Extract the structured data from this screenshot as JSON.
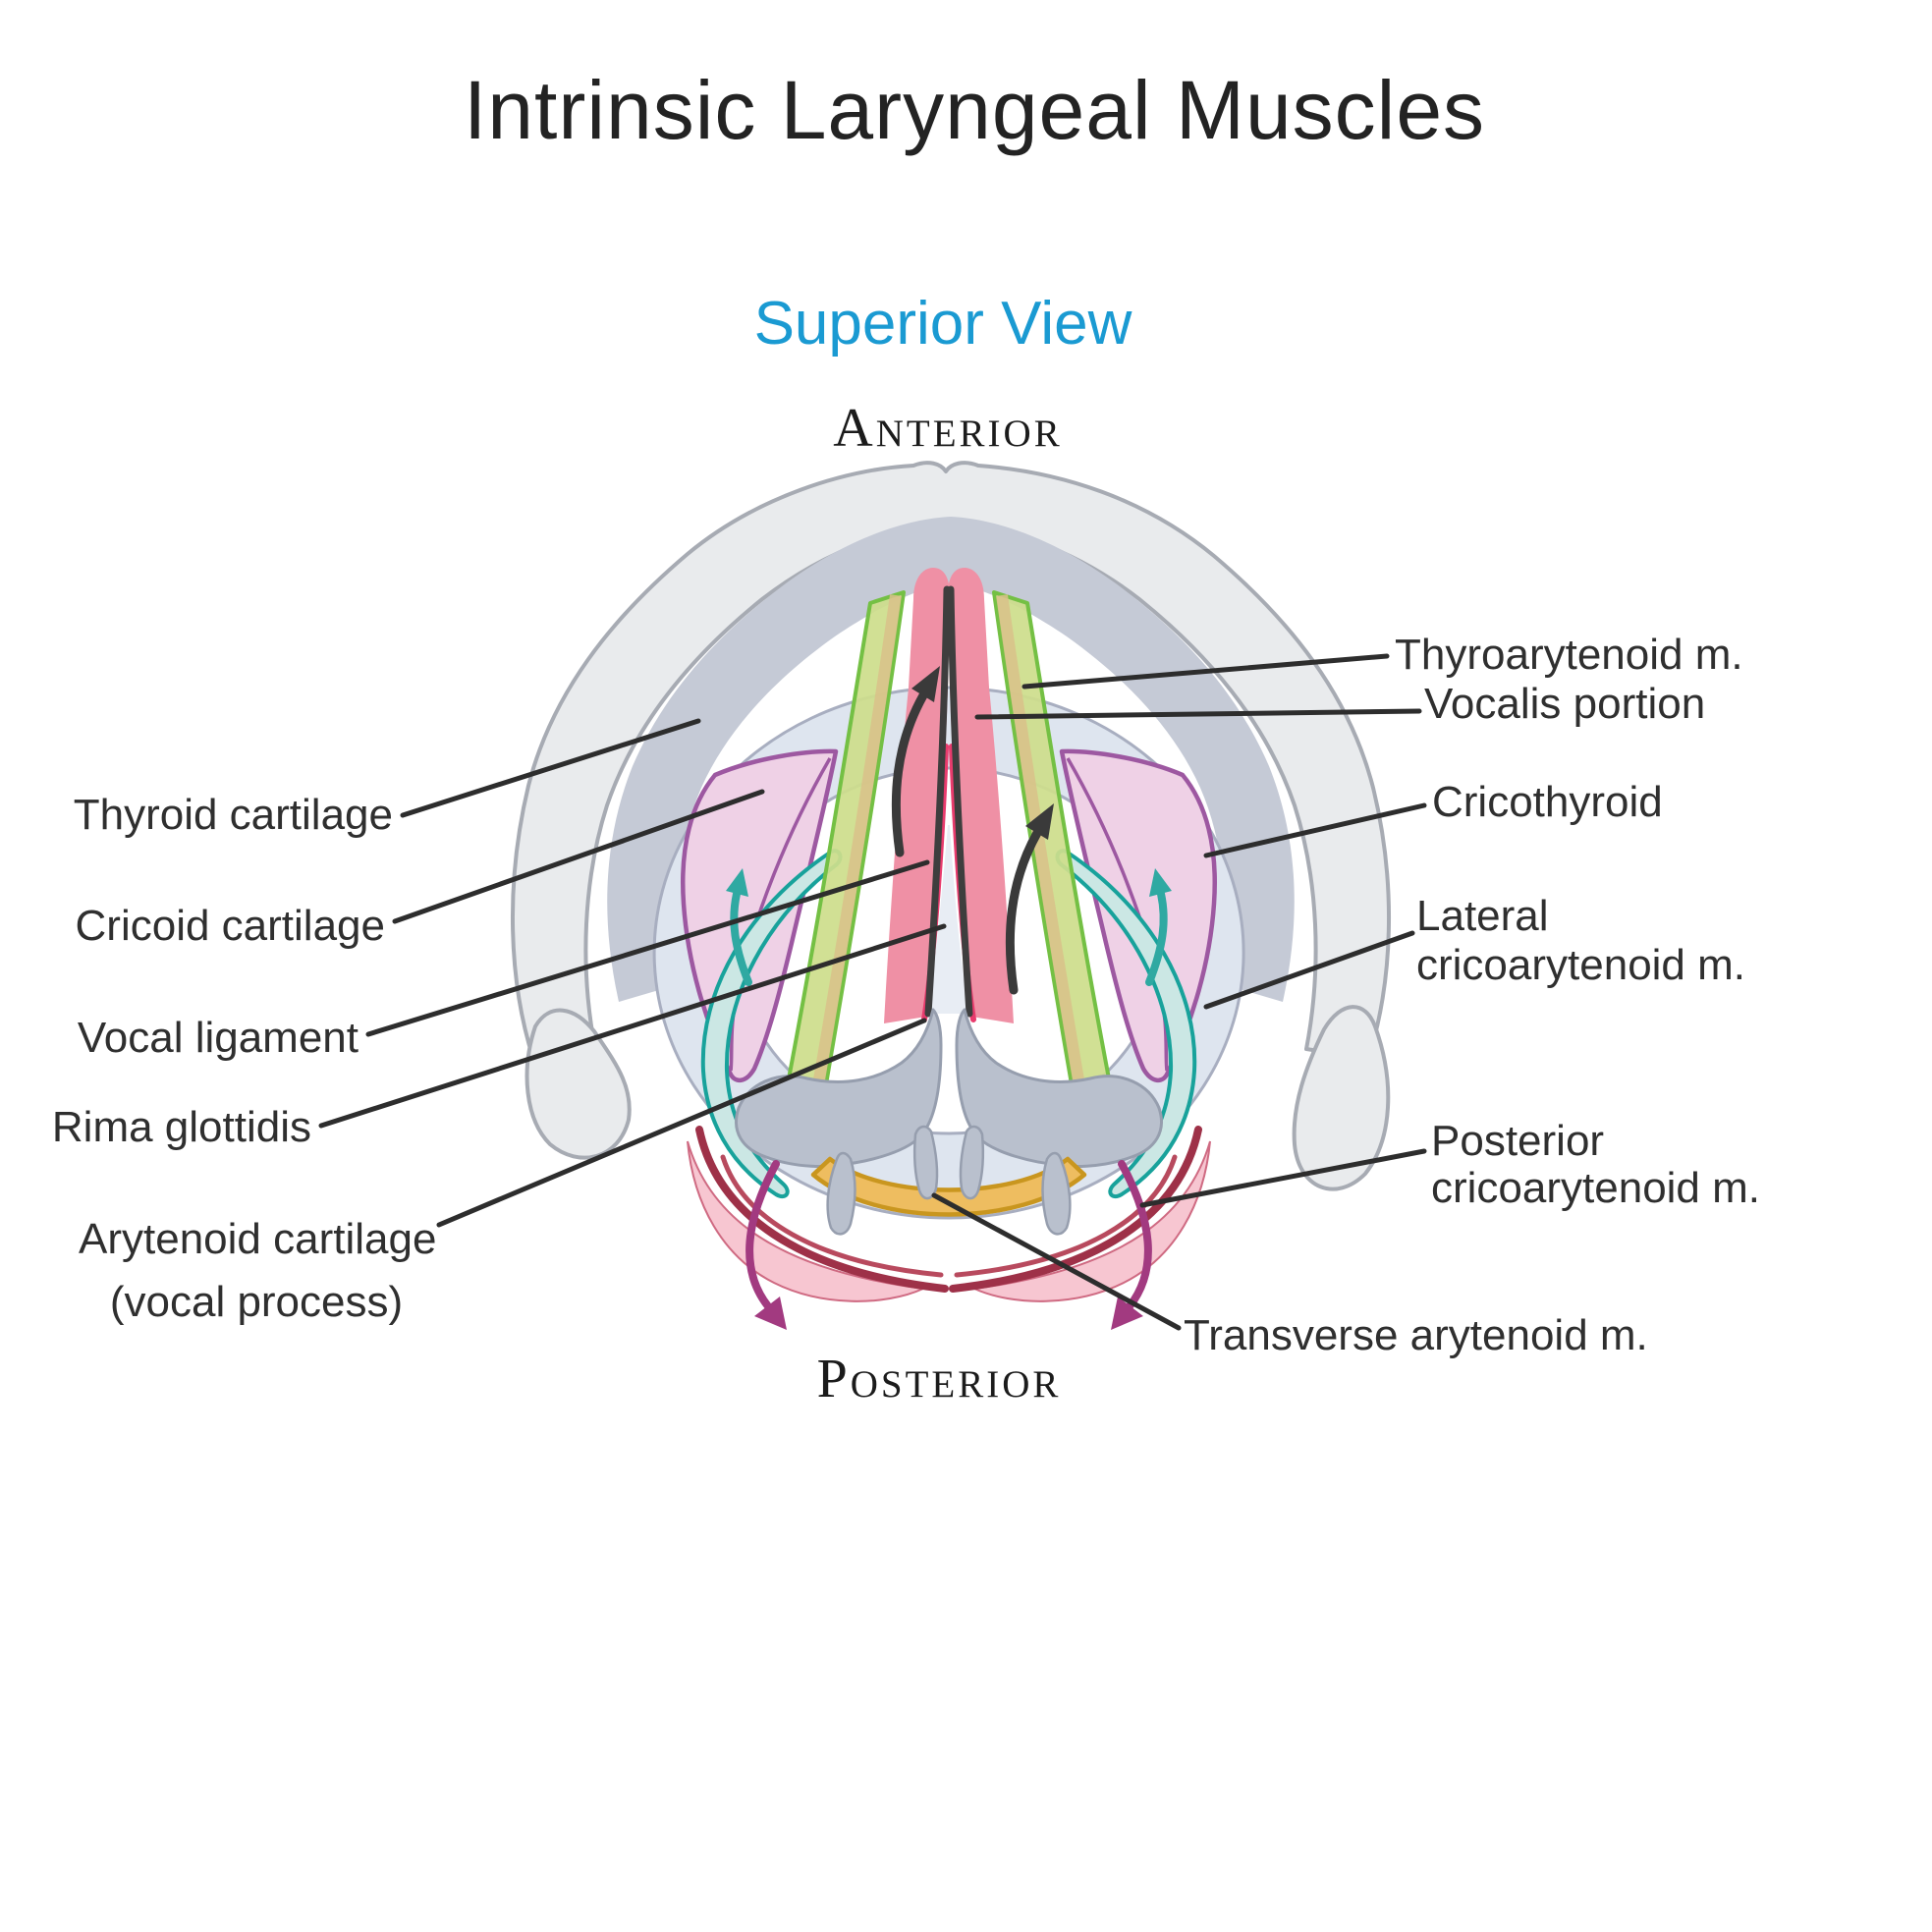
{
  "title": "Intrinsic Laryngeal Muscles",
  "subtitle": "Superior View",
  "orientation": {
    "top": "Anterior",
    "bottom": "Posterior"
  },
  "labels_left": [
    {
      "id": "thyroid-cartilage",
      "text": "Thyroid cartilage"
    },
    {
      "id": "cricoid-cartilage",
      "text": "Cricoid cartilage"
    },
    {
      "id": "vocal-ligament",
      "text": "Vocal ligament"
    },
    {
      "id": "rima-glottidis",
      "text": "Rima glottidis"
    },
    {
      "id": "arytenoid-cartilage",
      "line1": "Arytenoid cartilage",
      "line2": "(vocal process)"
    }
  ],
  "labels_right": [
    {
      "id": "thyroarytenoid",
      "text": "Thyroarytenoid m."
    },
    {
      "id": "vocalis-portion",
      "text": "Vocalis portion"
    },
    {
      "id": "cricothyroid",
      "text": "Cricothyroid"
    },
    {
      "id": "lateral-cricoarytenoid",
      "line1": "Lateral",
      "line2": "cricoarytenoid m."
    },
    {
      "id": "posterior-cricoarytenoid",
      "line1": "Posterior",
      "line2": "cricoarytenoid m."
    },
    {
      "id": "transverse-arytenoid",
      "text": "Transverse arytenoid m."
    }
  ],
  "colors": {
    "subtitle_blue": "#1a9ad2",
    "label_text": "#2f2f2f",
    "leader_line": "#2d2d2d",
    "cartilage_light": "#e9ebed",
    "cartilage_outline": "#a7abb3",
    "cartilage_shadow": "#c5cad6",
    "cricoid_ring": "#dee5ef",
    "cricoid_outline": "#a8aec0",
    "cricothyroid_fill": "#efd1e6",
    "cricothyroid_outline": "#9d58a1",
    "lateral_teal_fill": "#cbe7e4",
    "lateral_teal_edge": "#18a29b",
    "thyroarytenoid_green": "#cede8c",
    "green_border": "#74c044",
    "tan_streak": "#d9c189",
    "vocalis_pink": "#ef90a5",
    "vocalis_crimson": "#e83b6d",
    "ligament_dark": "#3e3e3e",
    "arytenoid_gray": "#b9c0cd",
    "arytenoid_outline": "#969eae",
    "transverse_orange": "#eebd60",
    "transverse_orange_edge": "#c9961f",
    "posterior_red": "#9e3148",
    "posterior_red_light": "#b84a5e",
    "posterior_pink": "#f7c6d1",
    "magenta_arrow": "#a23a80",
    "black_arrow": "#3a3a3a"
  }
}
